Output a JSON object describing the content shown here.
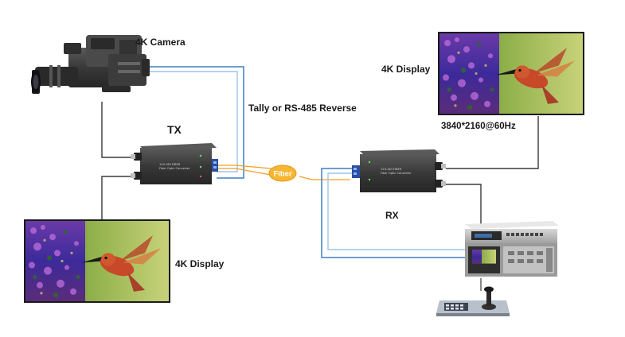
{
  "labels": {
    "camera": "4K Camera",
    "display_top": "4K Display",
    "resolution": "3840*2160@60Hz",
    "tally": "Tally or RS-485 Reverse",
    "tx": "TX",
    "fiber": "Fiber",
    "rx": "RX",
    "display_bottom": "4K Display"
  },
  "colors": {
    "video_cable": "#3a3a3a",
    "data_cable_blue": "#3d7fc4",
    "data_cable_light": "#9cc4e8",
    "fiber_cable": "#f0a020",
    "fiber_badge": "#f7b733",
    "device_body": "#3b3b3b"
  },
  "icons": {
    "camera": "broadcast-camera-icon",
    "tx_unit": "fiber-transmitter-icon",
    "rx_unit": "fiber-receiver-icon",
    "display": "monitor-hummingbird-icon",
    "ccu_rack": "camera-control-unit-icon",
    "joystick": "ptz-joystick-controller-icon"
  }
}
